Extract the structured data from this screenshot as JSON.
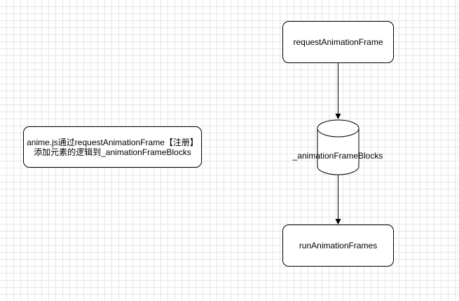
{
  "nodes": {
    "request": "requestAnimationFrame",
    "store": "_animationFrameBlocks",
    "run": "runAnimationFrames",
    "note_line1": "anime.js通过requestAnimationFrame【注册】",
    "note_line2": "添加元素的逻辑到_animationFrameBlocks"
  },
  "edges": [
    {
      "from": "requestAnimationFrame",
      "to": "_animationFrameBlocks"
    },
    {
      "from": "_animationFrameBlocks",
      "to": "runAnimationFrames"
    }
  ],
  "colors": {
    "stroke": "#000000",
    "fill": "#ffffff",
    "grid": "#e6e6e6"
  }
}
